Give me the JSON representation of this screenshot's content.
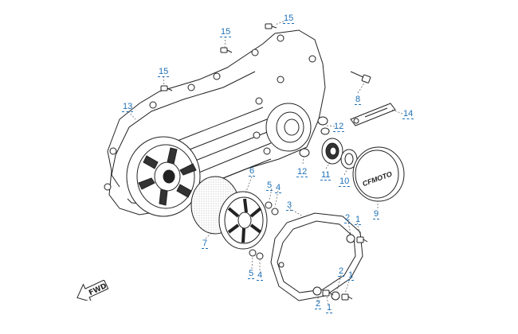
{
  "callouts": {
    "c1a": "1",
    "c1b": "1",
    "c1c": "1",
    "c2a": "2",
    "c2b": "2",
    "c2c": "2",
    "c3": "3",
    "c4a": "4",
    "c4b": "4",
    "c5a": "5",
    "c5b": "5",
    "c6": "6",
    "c7": "7",
    "c8": "8",
    "c9": "9",
    "c10": "10",
    "c11": "11",
    "c12a": "12",
    "c12b": "12",
    "c13": "13",
    "c14": "14",
    "c15a": "15",
    "c15b": "15",
    "c15c": "15"
  },
  "fwd_label": "FWD",
  "cover_brand": "CFMOTO",
  "colors": {
    "callout": "#1e6fb5",
    "line": "#222222",
    "leader": "#555555"
  }
}
